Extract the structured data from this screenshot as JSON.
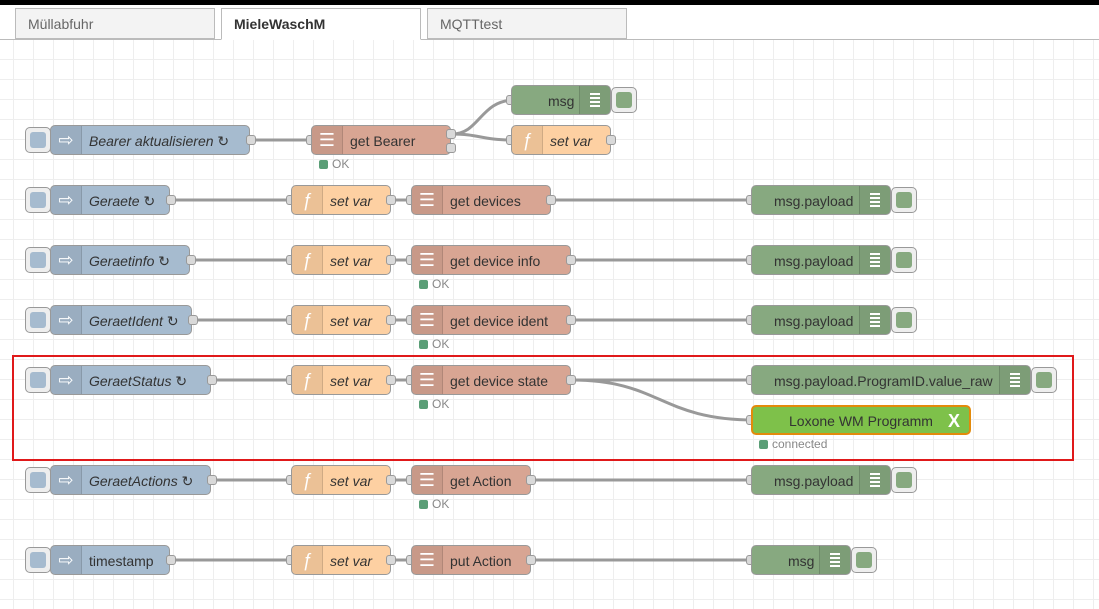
{
  "tabs": [
    "Müllabfuhr",
    "MieleWaschM",
    "MQTTtest"
  ],
  "nodes": {
    "bearer_inject": "Bearer aktualisieren ↻",
    "get_bearer": "get Bearer",
    "msg_debug_top": "msg",
    "set_var_top": "set var",
    "geraete_inject": "Geraete ↻",
    "geraete_setvar": "set var",
    "get_devices": "get devices",
    "debug_geraete": "msg.payload",
    "geraetinfo_inject": "Geraetinfo ↻",
    "geraetinfo_setvar": "set var",
    "get_device_info": "get device info",
    "debug_geraetinfo": "msg.payload",
    "geraetident_inject": "GeraetIdent ↻",
    "geraetident_setvar": "set var",
    "get_device_ident": "get device ident",
    "debug_geraetident": "msg.payload",
    "geraetstatus_inject": "GeraetStatus ↻",
    "geraetstatus_setvar": "set var",
    "get_device_state": "get device state",
    "debug_programid": "msg.payload.ProgramID.value_raw",
    "loxone": "Loxone WM Programm",
    "geraetactions_inject": "GeraetActions ↻",
    "geraetactions_setvar": "set var",
    "get_action": "get Action",
    "debug_actions": "msg.payload",
    "timestamp_inject": "timestamp",
    "timestamp_setvar": "set var",
    "put_action": "put Action",
    "msg_debug_bottom": "msg"
  },
  "status": {
    "ok": "OK",
    "connected": "connected"
  },
  "icons": {
    "inject": "inject-arrow-icon",
    "function": "function-f-icon",
    "http": "http-request-icon",
    "debug": "debug-list-icon",
    "loxone": "loxone-x-icon"
  },
  "colors": {
    "inject": "#a6bbcf",
    "function": "#fdd0a2",
    "http": "#d8a593",
    "debug": "#87a980",
    "loxone": "#7ec14a",
    "selection": "#e0191a"
  }
}
